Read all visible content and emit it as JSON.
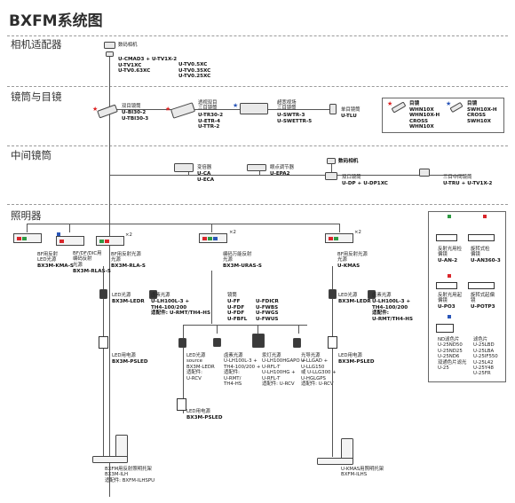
{
  "title": "BXFM系统图",
  "sections": {
    "camera_adapter": "相机适配器",
    "tube_eyepiece": "镜筒与目镜",
    "intermediate": "中间镜筒",
    "illuminator": "照明器"
  },
  "camera": {
    "label": "数码相机",
    "adapters": "U-CMAD3 + U-TV1X-2\nU-TV1XC\nU-TV0.63XC",
    "adapters2": "U-TV0.5XC\nU-TV0.35XC\nU-TV0.25XC"
  },
  "tubes": {
    "binocular_label": "双目镜筒",
    "binocular_models": "U-BI30-2\nU-TBI30-3",
    "trinocular_label": "透视双目\n三目镜筒",
    "trinocular_models": "U-TR30-2\nU-ETR-4\nU-TTR-2",
    "widefield_label": "超宽视场\n三目镜筒",
    "widefield_models": "U-SWTR-3\nU-SWETTR-5",
    "single_label": "单目镜筒",
    "single_model": "U-TLU",
    "eyepiece_a": "目镜\nWHN10X\nWHN10X-H\nCROSS\nWHN10X",
    "eyepiece_b": "目镜\nSWH10X-H\nCROSS\nSWH10X"
  },
  "intermediate": {
    "magnification_label": "变倍器",
    "magnification_models": "U-CA\nU-ECA",
    "eyepoint_label": "眼点调节器",
    "eyepoint_model": "U-EPA2",
    "camera_label": "数码相机",
    "dual_port_label": "双口镜筒",
    "dual_port_model": "U-DP + U-DP1XC",
    "triple_label": "三目中间镜筒",
    "triple_model": "U-TRU + U-TV1X-2"
  },
  "illuminators": {
    "bf_led": "BF用反射\nLED光源",
    "bf_led_model": "BX3M-KMA-S",
    "bf_df": "BF/DF/DIC用\n编码反射\n光源",
    "bf_df_model": "BX3M-RLAS-S",
    "bf_only": "BF用反射光源\n光源",
    "bf_only_model": "BX3M-RLA-S",
    "coded": "编码万能反射\n光源",
    "coded_model": "BX3M-URAS-S",
    "bf_right": "BF用反射光源\n光源",
    "bf_right_model": "U-KMAS",
    "led_left": "LED光源",
    "led_left_model": "BX3M-LEDR",
    "halogen_left": "卤素光源",
    "halogen_left_models": "U-LH100L-3 +\nTH4-100/200\n适配件: U-RMT/TH4-HS",
    "led_right": "LED光源",
    "led_right_model": "BX3M-LEDR",
    "halogen_right": "卤素光源",
    "halogen_right_models": "U-LH100L-3 +\nTH4-100/200\n适配件:\nU-RMT/TH4-HS",
    "filters_title": "镜筒",
    "filters": "U-FF\nU-FDF\nU-FDF\nU-FBFL",
    "filters2": "U-FDICR\nU-FWBS\nU-FWGS\nU-FWUS",
    "led_source": "LED光源\nsource\nBX3M-LEDR\n适配件:\nU-RCV",
    "halogen_mid": "卤素光源\nU-LH100L-3 +\nTH4-100/200 +\n适配件:\nU-RMT/\nTH4-HS",
    "mercury": "汞灯光源\nU-LH100HGAPO +\nU-RFL-T\nU-LH100HG +\nU-RFL-T\n适配件: U-RCV",
    "fiber": "光导光源\nU-LLGAD +\nU-LLG150\n或 U-LLG300 +\nU-HGLGPS\n适配件: U-RCV",
    "led_lower_left": "LED用电源",
    "led_lower_left_model": "BX3M-PSLED",
    "led_lower_mid": "LED用电源",
    "led_lower_mid_model": "BX3M-PSLED",
    "led_lower_right": "LED用电源",
    "led_lower_right_model": "BX3M-PSLED",
    "base_left": "BXFM用反射照明托架\nBX3M-ILH\n适配件: BXFM-ILHSPU",
    "base_right": "U-KMAS用照明托架\nBXFM-ILHS",
    "x2": "×2"
  },
  "accessories": {
    "an": "反射光用检\n偏镜",
    "an_model": "U-AN-2",
    "rotatable": "旋转式检\n偏镜",
    "rotatable_model": "U-AN360-3",
    "polarizer": "反射光用起\n偏镜",
    "polarizer_model": "U-PO3",
    "rot_polarizer": "旋转式起偏\n镜",
    "rot_polarizer_model": "U-POTP3",
    "nd_filters": "ND滤色片\nU-25ND50\nU-25ND25\nU-25ND6\n双通色片滤光\nU-25",
    "color_filters": "滤色片\nU-25LBD\nU-25LBA\nU-25IF550\nU-25L42\nU-25Y48\nU-25FR"
  },
  "colors": {
    "red": "#d9262b",
    "green": "#2f9a44",
    "blue": "#2a56b8",
    "line": "#555555",
    "dashed": "#9a9a9a"
  }
}
